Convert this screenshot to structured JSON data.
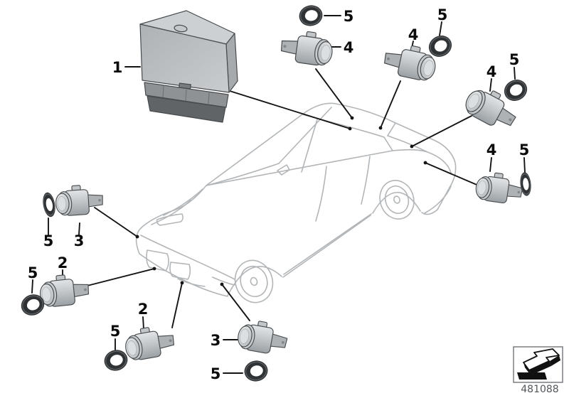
{
  "diagram_kind": "vehicle-parts-diagram",
  "callouts": [
    {
      "id": "control-module",
      "text": "1"
    },
    {
      "id": "ring-top",
      "text": "5"
    },
    {
      "id": "rear-sensor-a",
      "text": "4"
    },
    {
      "id": "rear-sensor-b",
      "text": "4"
    },
    {
      "id": "ring-b",
      "text": "5"
    },
    {
      "id": "rear-sensor-c",
      "text": "4"
    },
    {
      "id": "ring-c",
      "text": "5"
    },
    {
      "id": "rear-sensor-d",
      "text": "4"
    },
    {
      "id": "ring-d",
      "text": "5"
    },
    {
      "id": "front-sensor-3a",
      "text": "3"
    },
    {
      "id": "ring-e",
      "text": "5"
    },
    {
      "id": "front-sensor-2a",
      "text": "2"
    },
    {
      "id": "ring-f",
      "text": "5"
    },
    {
      "id": "front-sensor-2b",
      "text": "2"
    },
    {
      "id": "ring-g",
      "text": "5"
    },
    {
      "id": "front-sensor-3b",
      "text": "3"
    },
    {
      "id": "ring-h",
      "text": "5"
    }
  ],
  "footer": {
    "part_number": "481088",
    "icon": "replacement-arrow-icon"
  },
  "colors": {
    "background": "#ffffff",
    "car_outline": "#b2b6b9",
    "leader_line": "#141414",
    "ring_dark": "#2f3234"
  }
}
